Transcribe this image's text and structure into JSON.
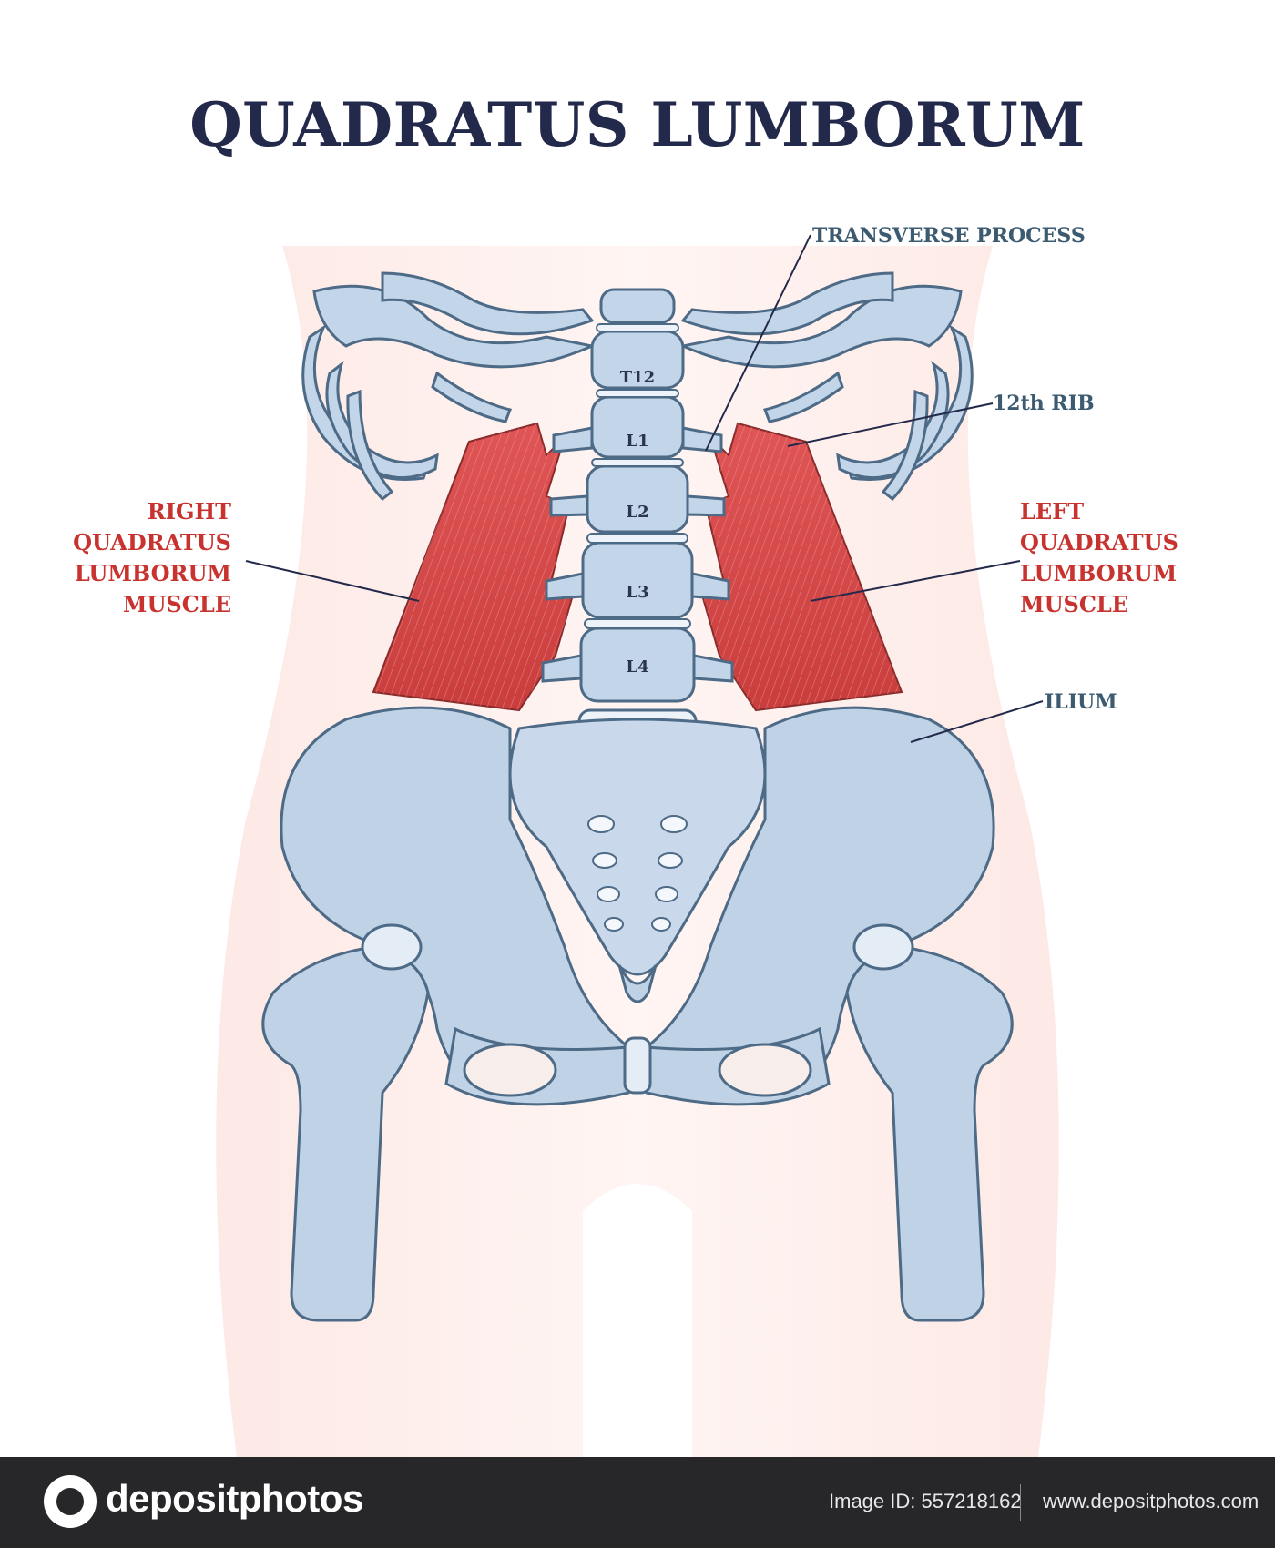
{
  "title": "QUADRATUS LUMBORUM",
  "labels": {
    "transverse_process": "TRANSVERSE PROCESS",
    "twelfth_rib": "12th RIB",
    "right_muscle": [
      "RIGHT",
      "QUADRATUS",
      "LUMBORUM",
      "MUSCLE"
    ],
    "left_muscle": [
      "LEFT",
      "QUADRATUS",
      "LUMBORUM",
      "MUSCLE"
    ],
    "ilium": "ILIUM"
  },
  "vertebrae": [
    "T12",
    "L1",
    "L2",
    "L3",
    "L4"
  ],
  "footer": {
    "brand": "depositphotos",
    "image_id": "Image ID: 557218162",
    "site": "www.depositphotos.com"
  },
  "colors": {
    "title": "#22294a",
    "label_blue": "#3c5a70",
    "label_red": "#c8332f",
    "bone": "#b9cde3",
    "bone_outline": "#4d6a86",
    "muscle": "#d84a4a",
    "body_silhouette": "#fbe3df",
    "footer_bg": "#27272a"
  }
}
